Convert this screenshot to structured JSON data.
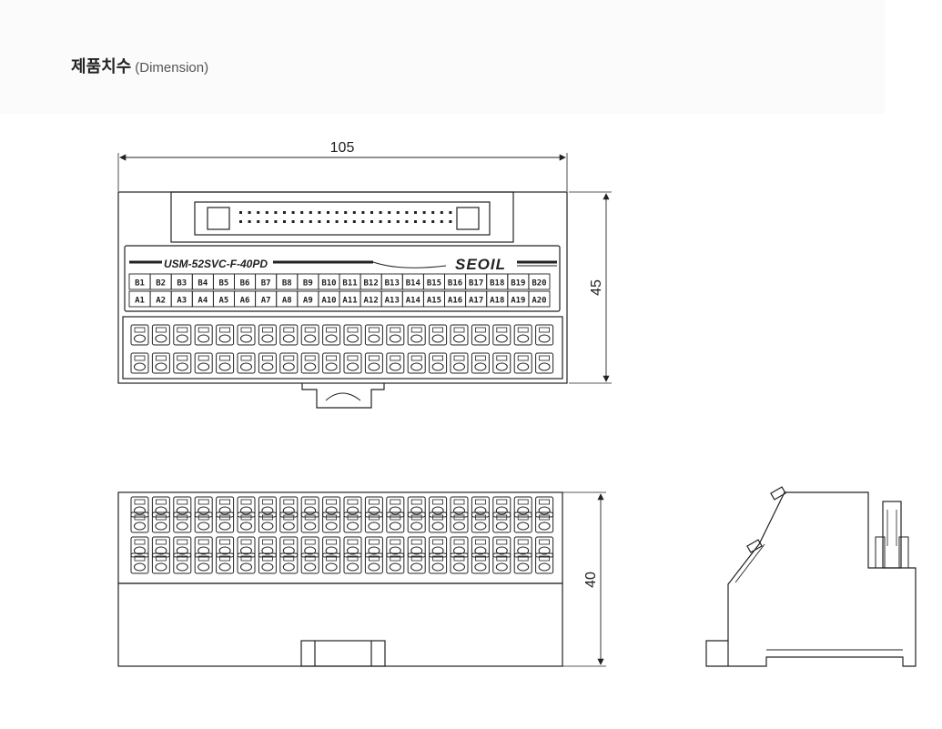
{
  "header": {
    "title_ko": "제품치수",
    "title_en": "(Dimension)"
  },
  "product": {
    "model": "USM-52SVC-F-40PD",
    "brand": "SEOIL",
    "row_b": [
      "B1",
      "B2",
      "B3",
      "B4",
      "B5",
      "B6",
      "B7",
      "B8",
      "B9",
      "B10",
      "B11",
      "B12",
      "B13",
      "B14",
      "B15",
      "B16",
      "B17",
      "B18",
      "B19",
      "B20"
    ],
    "row_a": [
      "A1",
      "A2",
      "A3",
      "A4",
      "A5",
      "A6",
      "A7",
      "A8",
      "A9",
      "A10",
      "A11",
      "A12",
      "A13",
      "A14",
      "A15",
      "A16",
      "A17",
      "A18",
      "A19",
      "A20"
    ]
  },
  "dimensions": {
    "width": "105",
    "height": "45",
    "depth": "40"
  }
}
